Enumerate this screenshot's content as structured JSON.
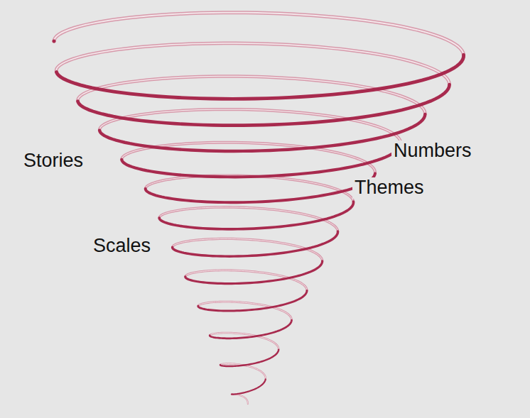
{
  "diagram": {
    "labels": [
      "Stories",
      "Numbers",
      "Themes",
      "Scales"
    ]
  }
}
